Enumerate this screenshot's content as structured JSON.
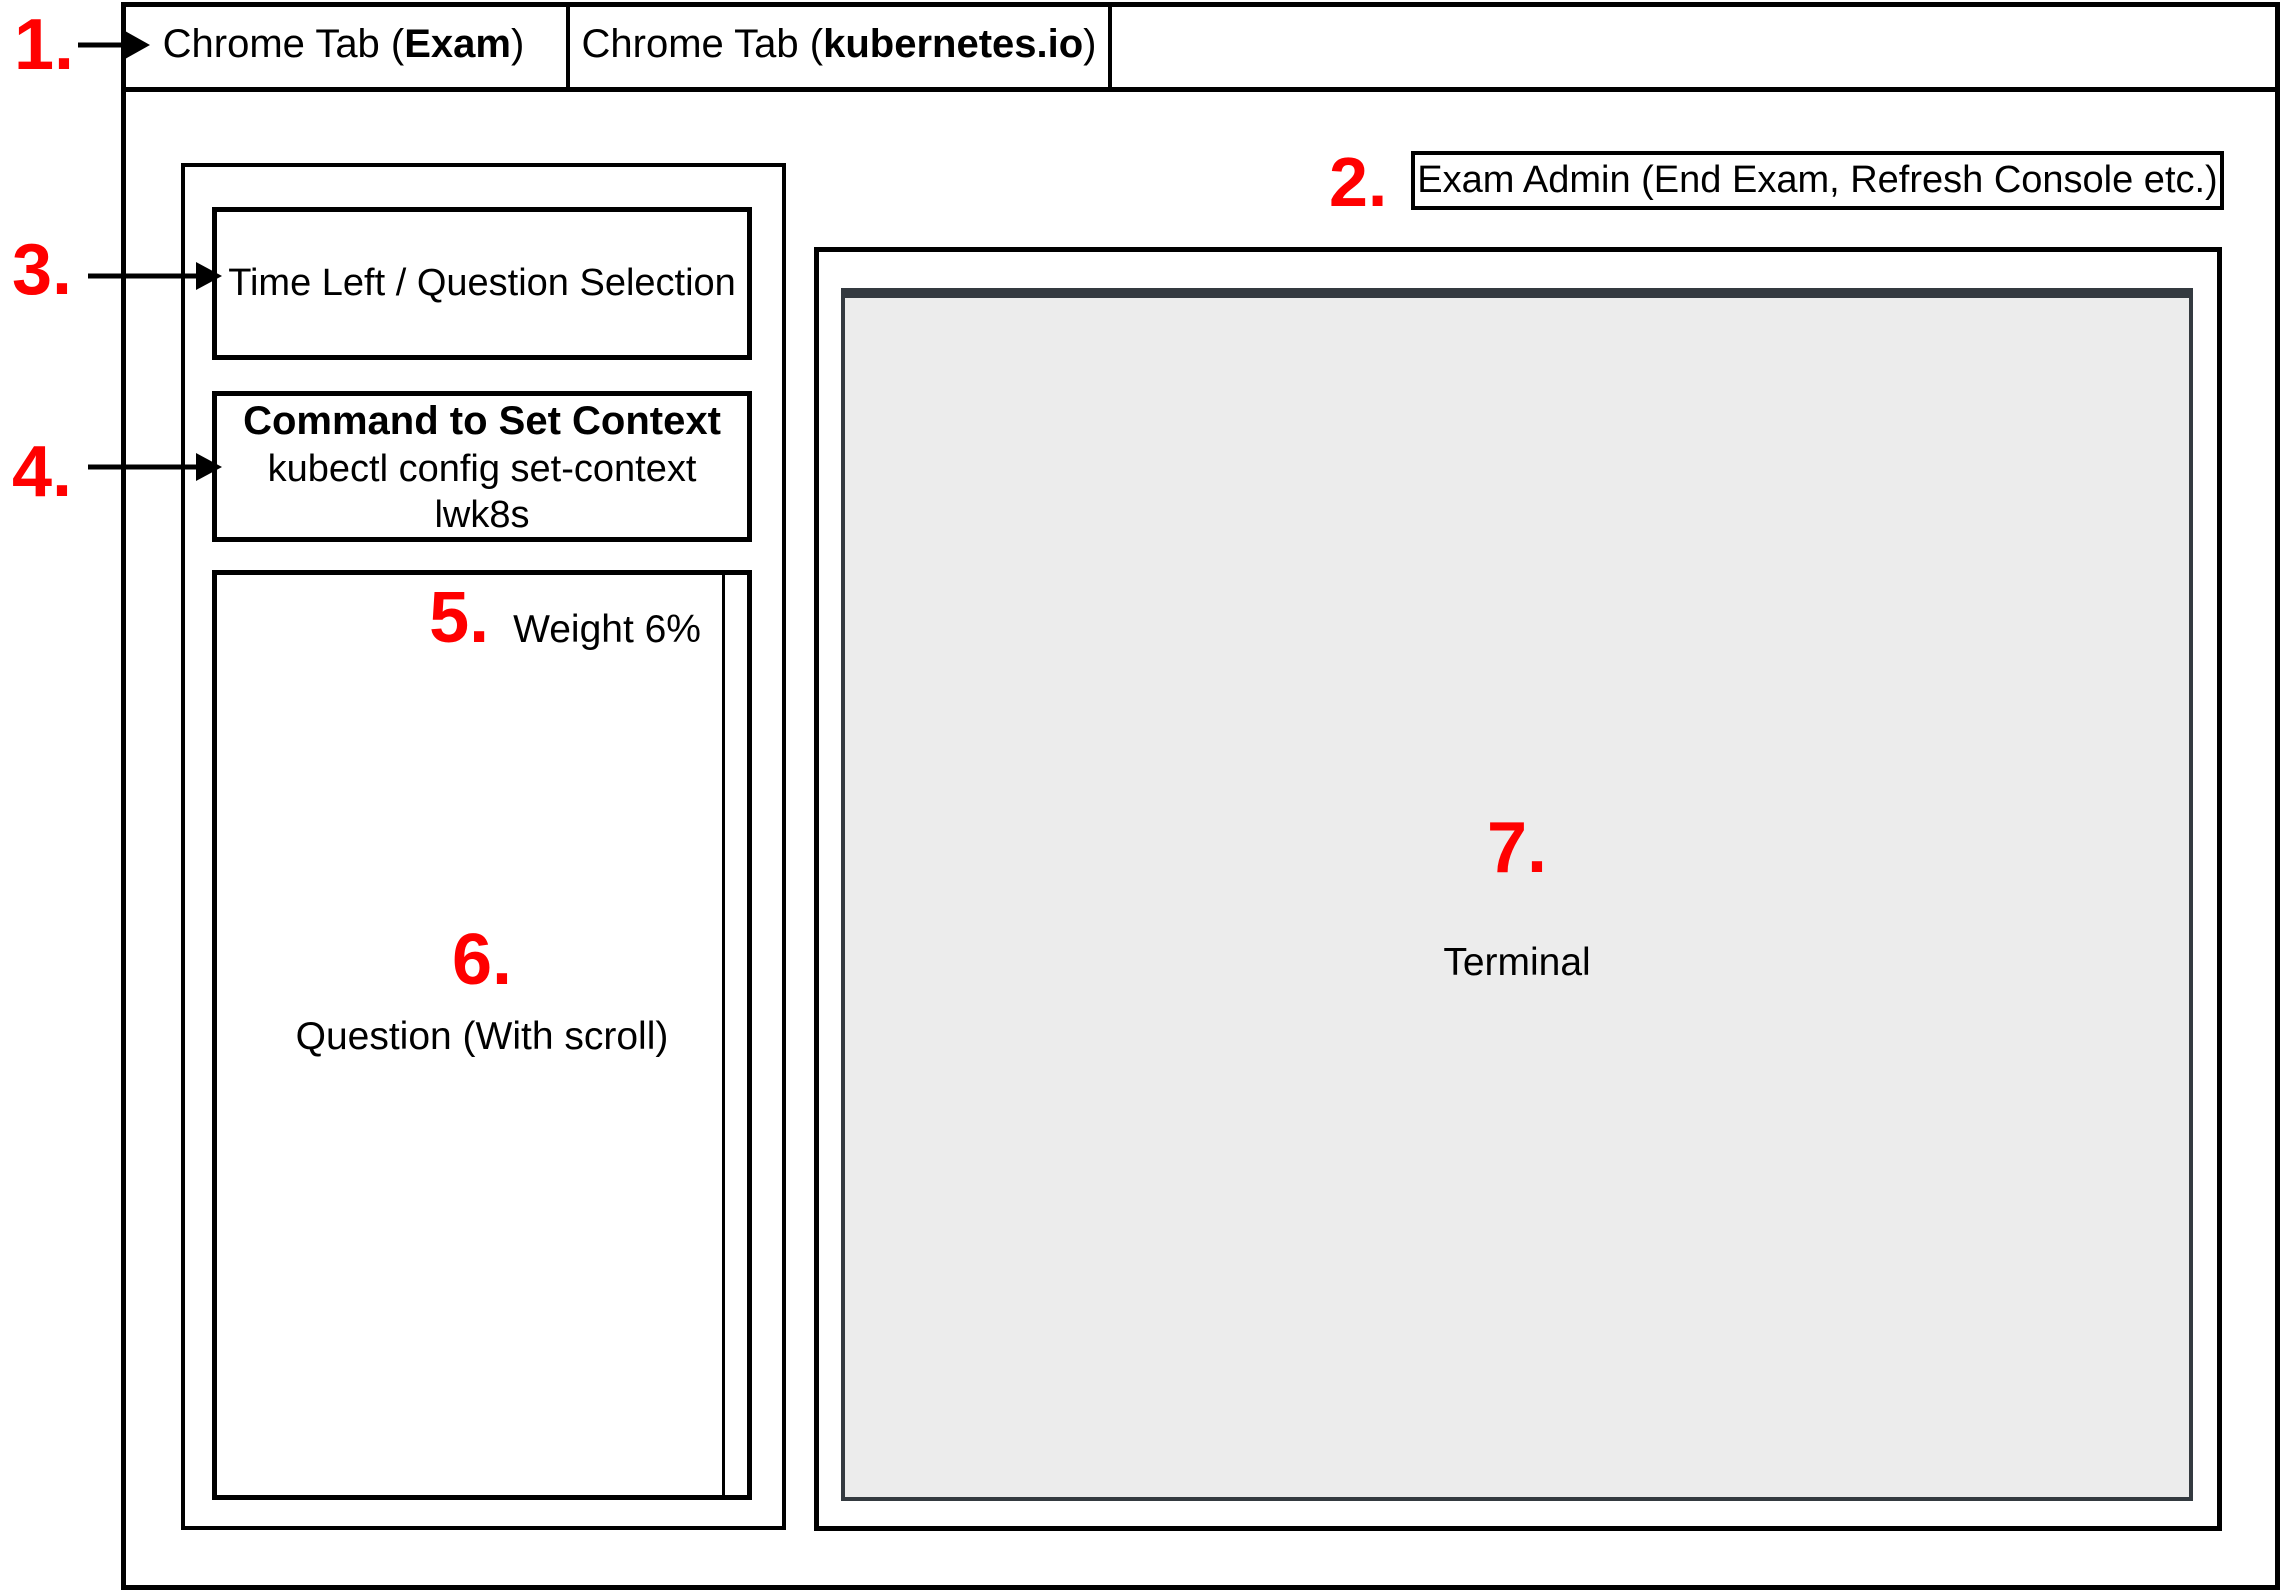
{
  "colors": {
    "annotation_red": "#ff0000",
    "line_black": "#000000",
    "terminal_bg": "#ececec",
    "terminal_frame": "#343a40"
  },
  "annotations": {
    "browser_tabs": "1.",
    "exam_admin": "2.",
    "time_left": "3.",
    "set_context": "4.",
    "weight": "5.",
    "question": "6.",
    "terminal": "7."
  },
  "browser": {
    "tabs": [
      {
        "prefix": "Chrome Tab (",
        "emphasis": "Exam",
        "suffix": ")"
      },
      {
        "prefix": "Chrome Tab (",
        "emphasis": "kubernetes.io",
        "suffix": ")"
      }
    ]
  },
  "exam_admin": {
    "label": "Exam Admin (End Exam, Refresh Console etc.)"
  },
  "sidebar": {
    "time_left": {
      "label": "Time Left / Question Selection"
    },
    "set_context": {
      "title": "Command to Set Context",
      "command": "kubectl config set-context lwk8s"
    },
    "question": {
      "weight_label": "Weight 6%",
      "label": "Question (With scroll)"
    }
  },
  "terminal": {
    "label": "Terminal"
  }
}
